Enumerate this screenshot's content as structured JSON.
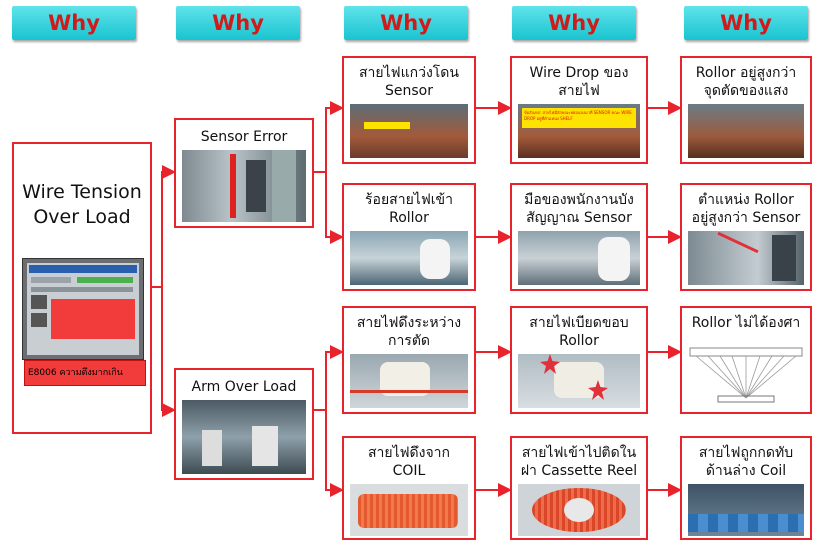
{
  "headers": [
    "Why",
    "Why",
    "Why",
    "Why",
    "Why"
  ],
  "root": {
    "title": "Wire Tension Over Load",
    "screen_caption": "E8006 ความตึงมากเกิน"
  },
  "level1": [
    {
      "title": "Sensor Error"
    },
    {
      "title": "Arm Over Load"
    }
  ],
  "level2": [
    {
      "title": "สายไฟแกว่งโดน\nSensor"
    },
    {
      "title": "ร้อยสายไฟเข้า\nRollor"
    },
    {
      "title": "สายไฟดึงระหว่าง\nการตัด"
    },
    {
      "title": "สายไฟดึงจาก\nCOIL"
    }
  ],
  "level3": [
    {
      "title": "Wire Drop ของ\nสายไฟ",
      "note": "ข้อสังเกต: สายไฟมีลักษณะหย่อนลงมาที่ SENSOR ขณะ WIRE DROP อยู่ที่ตำแหน่ง SHELF"
    },
    {
      "title": "มือของพนักงานบัง\nสัญญาณ Sensor"
    },
    {
      "title": "สายไฟเบียดขอบ\nRollor"
    },
    {
      "title": "สายไฟเข้าไปติดใน\nฝา Cassette Reel"
    }
  ],
  "level4": [
    {
      "title": "Rollor อยู่สูงกว่า\nจุดตัดของแสง"
    },
    {
      "title": "ตำแหน่ง Rollor\nอยู่สูงกว่า Sensor"
    },
    {
      "title": "Rollor ไม่ได้องศา"
    },
    {
      "title": "สายไฟถูกกดทับ\nด้านล่าง Coil"
    }
  ],
  "colors": {
    "header_bg": "#19c4d0",
    "header_text": "#d11a1a",
    "border": "#e8232c",
    "alert": "#f23b3b"
  }
}
